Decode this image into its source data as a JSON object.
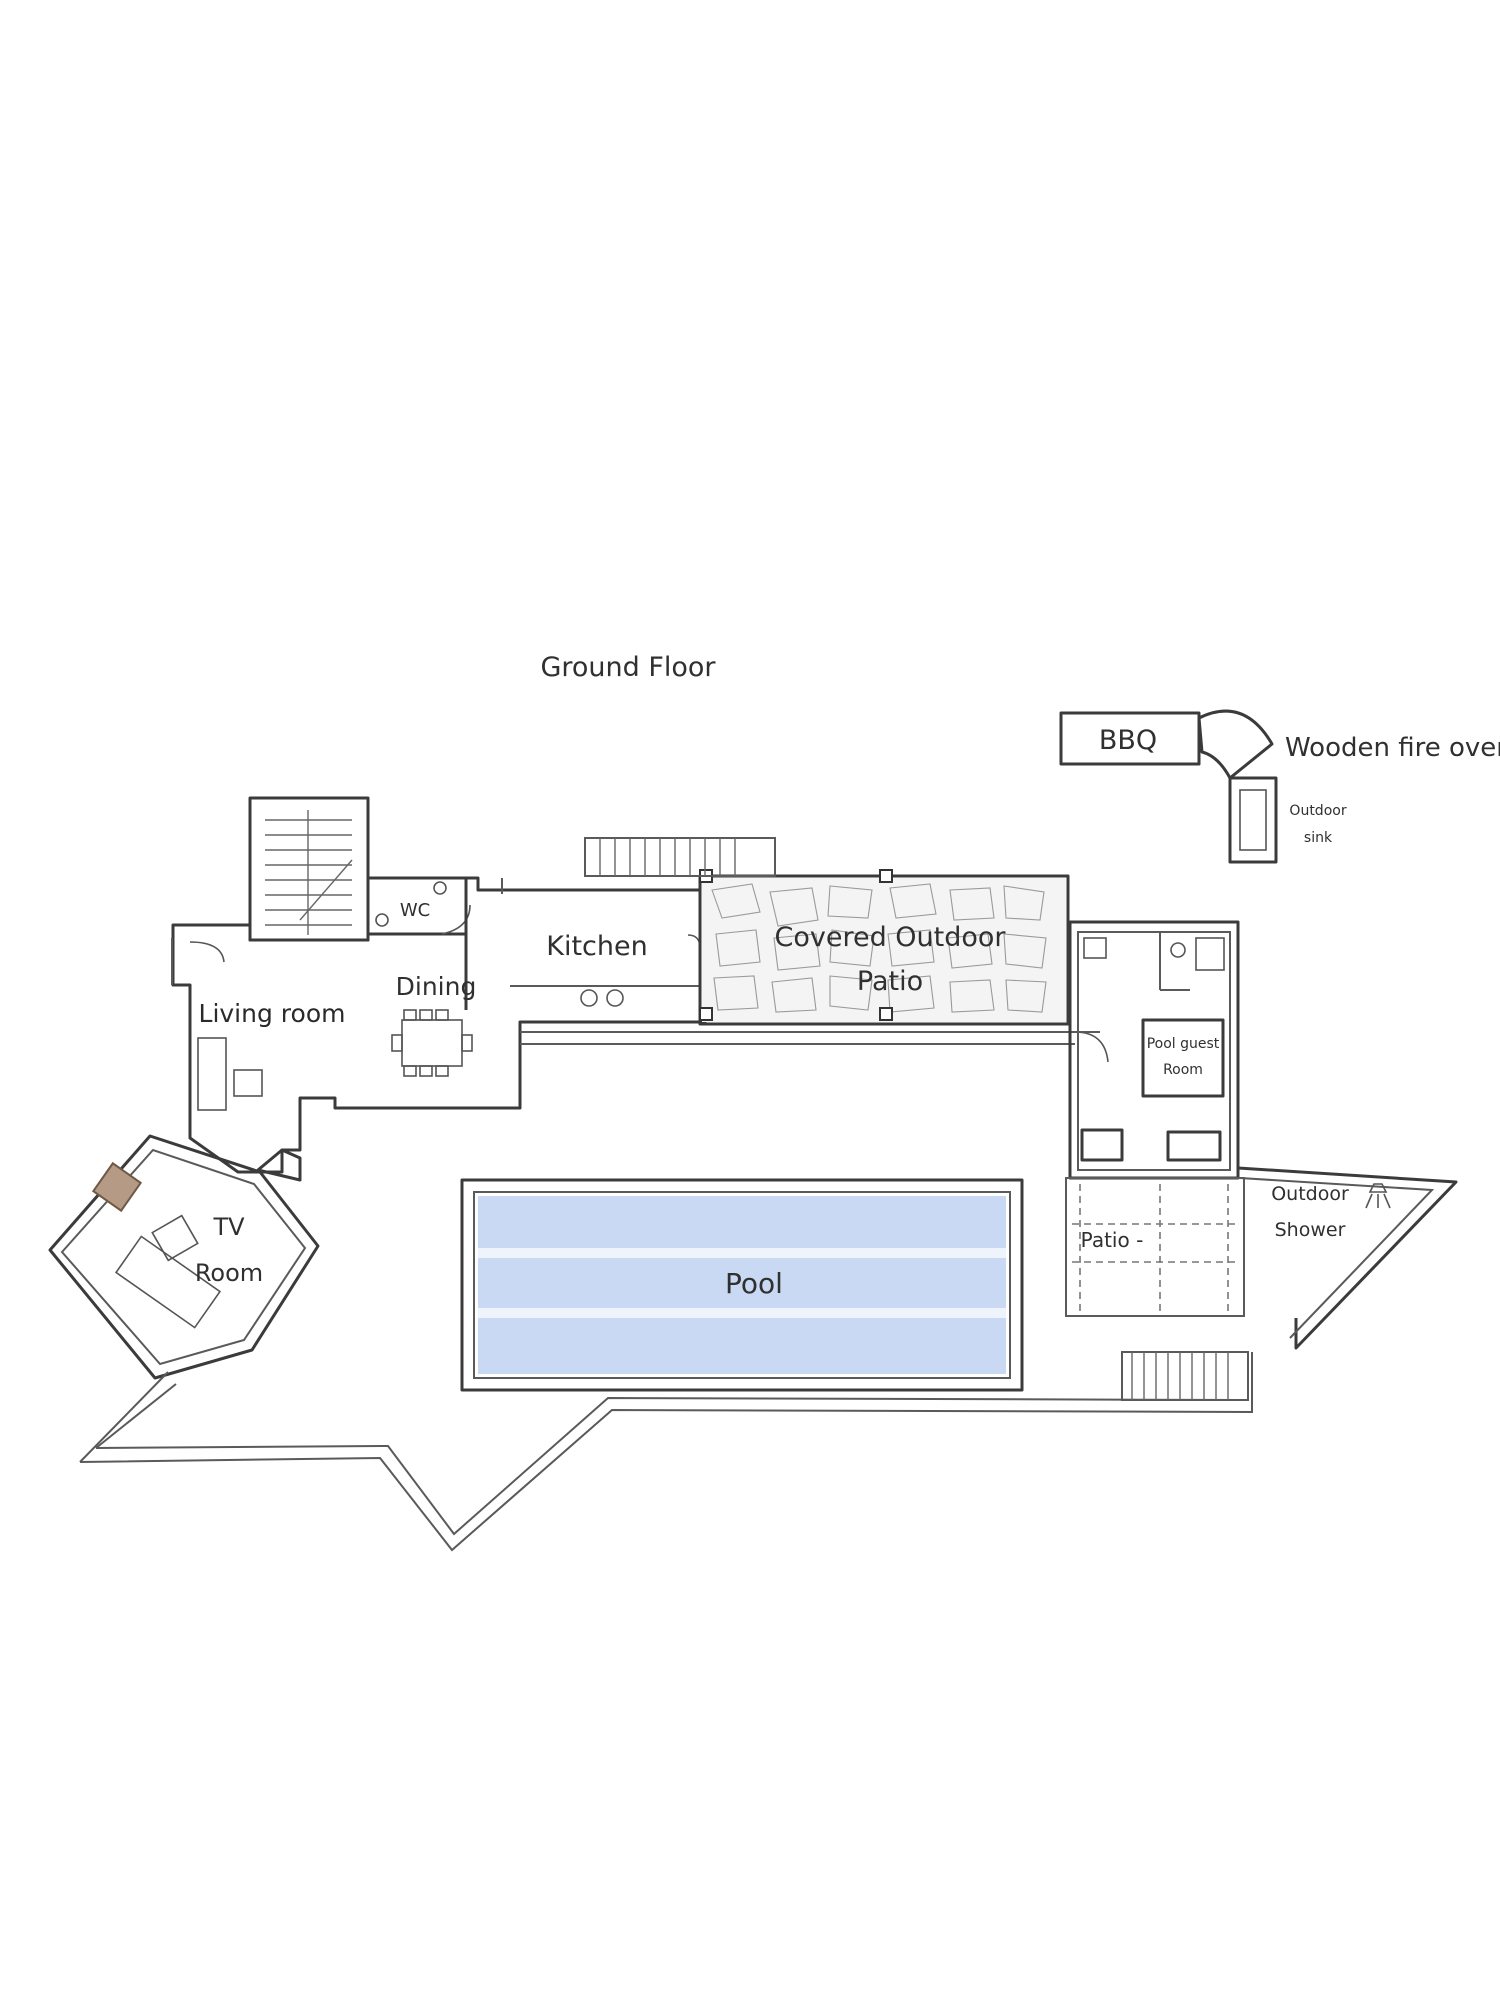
{
  "plan": {
    "title": "Ground Floor",
    "rooms": {
      "living_room": "Living room",
      "dining": "Dining",
      "wc": "WC",
      "kitchen": "Kitchen",
      "covered_patio_line1": "Covered Outdoor",
      "covered_patio_line2": "Patio",
      "tv_room_line1": "TV",
      "tv_room_line2": "Room",
      "pool": "Pool",
      "pool_guest_line1": "Pool guest",
      "pool_guest_line2": "Room",
      "patio": "Patio -",
      "outdoor_shower_line1": "Outdoor",
      "outdoor_shower_line2": "Shower"
    },
    "exterior": {
      "bbq": "BBQ",
      "wooden_fire_oven": "Wooden fire oven",
      "outdoor_sink_line1": "Outdoor",
      "outdoor_sink_line2": "sink"
    },
    "colors": {
      "walls": "#3b3b3b",
      "pool_water": "#c9d8f3"
    }
  }
}
